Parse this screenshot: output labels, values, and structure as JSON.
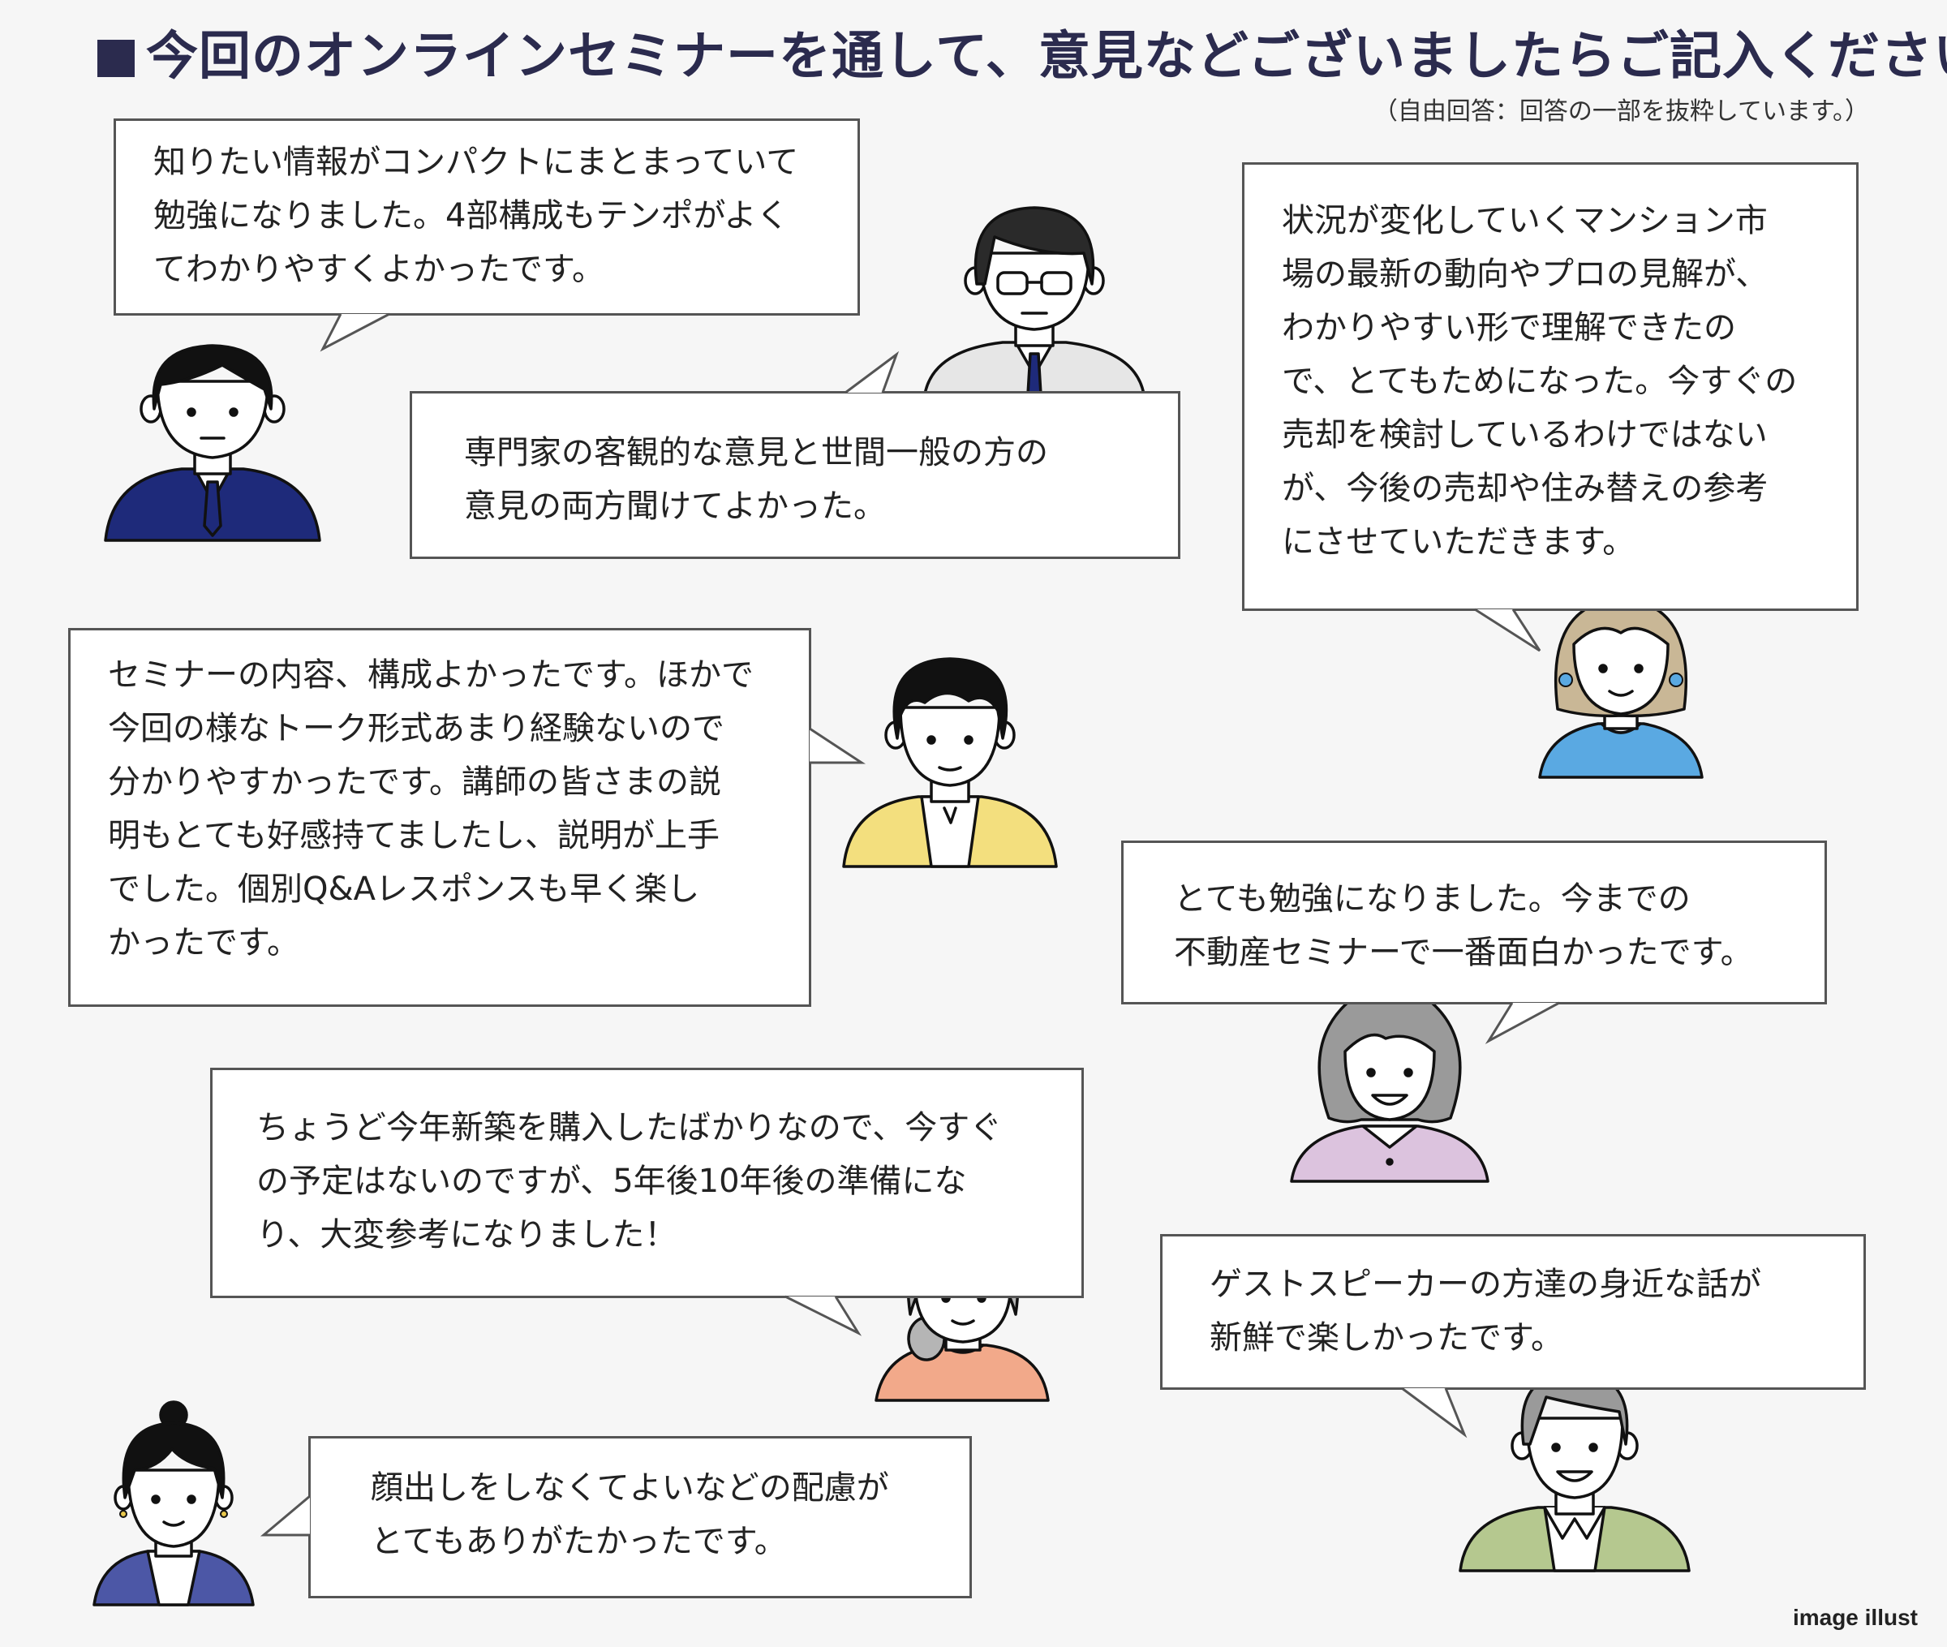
{
  "header": {
    "title": "今回のオンラインセミナーを通して、意見などございましたらご記入ください。",
    "note": "（自由回答：回答の一部を抜粋しています。）"
  },
  "comments": [
    {
      "text": "知りたい情報がコンパクトにまとまっていて\n勉強になりました。4部構成もテンポがよく\nてわかりやすくよかったです。"
    },
    {
      "text": "専門家の客観的な意見と世間一般の方の\n意見の両方聞けてよかった。"
    },
    {
      "text": "状況が変化していくマンション市\n場の最新の動向やプロの見解が、\nわかりやすい形で理解できたの\nで、とてもためになった。今すぐの\n売却を検討しているわけではない\nが、今後の売却や住み替えの参考\nにさせていただきます。"
    },
    {
      "text": "セミナーの内容、構成よかったです。ほかで\n今回の様なトーク形式あまり経験ないので\n分かりやすかったです。講師の皆さまの説\n明もとても好感持てましたし、説明が上手\nでした。個別Q&Aレスポンスも早く楽し\nかったです。"
    },
    {
      "text": "とても勉強になりました。今までの\n不動産セミナーで一番面白かったです。"
    },
    {
      "text": "ちょうど今年新築を購入したばかりなので、今すぐ\nの予定はないのですが、5年後10年後の準備にな\nり、大変参考になりました！"
    },
    {
      "text": "ゲストスピーカーの方達の身近な話が\n新鮮で楽しかったです。"
    },
    {
      "text": "顔出しをしなくてよいなどの配慮が\nとてもありがたかったです。"
    }
  ],
  "credit": "image illust",
  "colors": {
    "title": "#2b2b4e",
    "navy_suit": "#1e2a7a",
    "yellow": "#f3df7e",
    "blue": "#5aa9e2",
    "lavender": "#dcc3de",
    "salmon": "#f2a98a",
    "sage": "#b5c88f",
    "indigo": "#4c57a6"
  }
}
